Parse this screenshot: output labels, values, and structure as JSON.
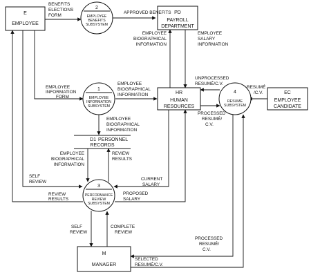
{
  "entities": {
    "employee": {
      "id": "E",
      "name": "EMPLOYEE"
    },
    "payroll": {
      "id": "PD",
      "name": [
        "PAYROLL",
        "DEPARTMENT"
      ]
    },
    "hr": {
      "id": "HR",
      "name": [
        "HUMAN",
        "RESOURCES"
      ]
    },
    "candidate": {
      "id": "EC",
      "name": [
        "EMPLOYEE",
        "CANDIDATE"
      ]
    },
    "manager": {
      "id": "M",
      "name": "MANAGER"
    }
  },
  "processes": {
    "p1": {
      "id": "1",
      "name": [
        "EMPLOYEE",
        "INFORMATION",
        "SUBSYSTEM"
      ]
    },
    "p2": {
      "id": "2",
      "name": [
        "EMPLOYEE",
        "BENEFITS",
        "SUBSYSTEM"
      ]
    },
    "p3": {
      "id": "3",
      "name": [
        "PERFORMANCE",
        "REVIEW",
        "SUBSYSTEM"
      ]
    },
    "p4": {
      "id": "4",
      "name": [
        "RESUME",
        "SUBSYSTEM"
      ]
    }
  },
  "datastore": {
    "id": "D1",
    "name": [
      "PERSONNEL",
      "RECORDS"
    ]
  },
  "flows": {
    "benefits_form": [
      "BENEFITS",
      "ELECTIONS",
      "FORM"
    ],
    "approved_benefits": "APPROVED BENEFITS",
    "emp_bio_to_pd": [
      "EMPLOYEE",
      "BIOGRAPHICAL",
      "INFORMATION"
    ],
    "emp_salary": [
      "EMPLOYEE",
      "SALARY",
      "INFORMATION"
    ],
    "emp_info_form": [
      "EMPLOYEE",
      "INFORMATION",
      "FORM"
    ],
    "emp_bio_to_hr": [
      "EMPLOYEE",
      "BIOGRAPHICAL",
      "INFORMATION"
    ],
    "unprocessed": [
      "UNPROCESSED",
      "RESUMÉ/C.V."
    ],
    "resume_cv": [
      "RESUMÉ",
      "/C.V."
    ],
    "processed_to_hr": [
      "PROCESSED",
      "RESUMÉ/",
      "C.V."
    ],
    "emp_bio_to_d1": [
      "EMPLOYEE",
      "BIOGRAPHICAL",
      "INFORMATION"
    ],
    "emp_bio_to_p3": [
      "EMPLOYEE",
      "BIOGRAPHICAL",
      "INFORMATION"
    ],
    "review_results_d1": [
      "REVIEW",
      "RESULTS"
    ],
    "current_salary": [
      "CURRENT",
      "SALARY"
    ],
    "proposed_salary": [
      "PROPOSED",
      "SALARY"
    ],
    "self_review_e": [
      "SELF",
      "REVIEW"
    ],
    "review_results_e": [
      "REVIEW",
      "RESULTS"
    ],
    "self_review_m": [
      "SELF",
      "REVIEW"
    ],
    "complete_review": [
      "COMPLETE",
      "REVIEW"
    ],
    "processed_to_m": [
      "PROCESSED",
      "RESUMÉ/",
      "C.V."
    ],
    "selected": [
      "SELECTED",
      "RESUMÉ/C.V."
    ]
  }
}
